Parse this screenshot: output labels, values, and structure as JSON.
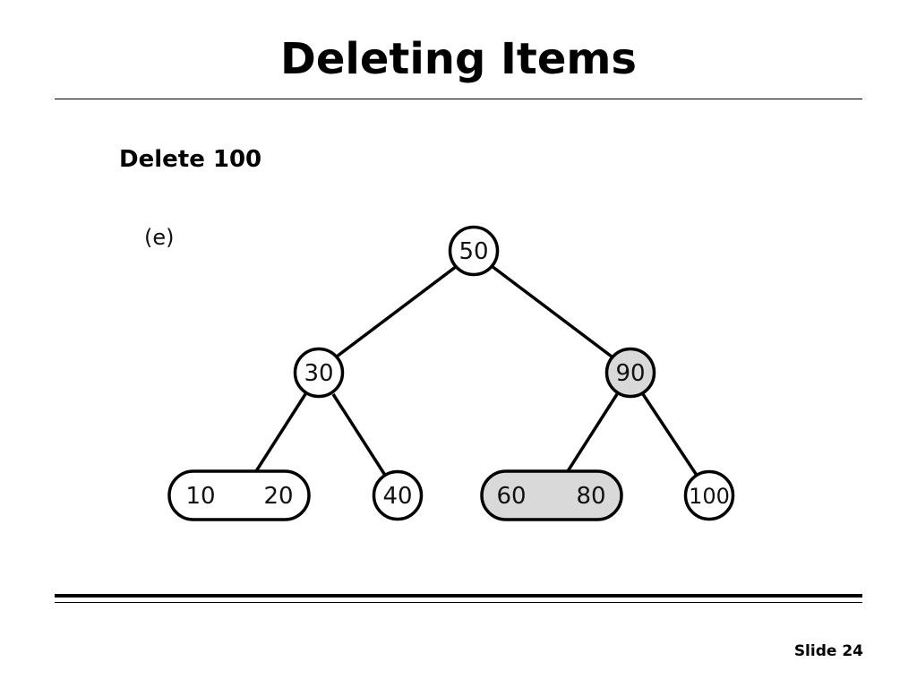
{
  "slide": {
    "title": "Deleting Items",
    "subtitle": "Delete 100",
    "number_label": "Slide 24"
  },
  "diagram": {
    "panel_label": "(e)",
    "highlight_color": "#d9d9d9",
    "node_color": "#ffffff",
    "stroke_color": "#000000",
    "nodes": {
      "root": {
        "keys": [
          "50"
        ],
        "highlighted": false
      },
      "left": {
        "keys": [
          "30"
        ],
        "highlighted": false
      },
      "right": {
        "keys": [
          "90"
        ],
        "highlighted": true
      },
      "leaf_1": {
        "keys": [
          "10",
          "20"
        ],
        "highlighted": false
      },
      "leaf_2": {
        "keys": [
          "40"
        ],
        "highlighted": false
      },
      "leaf_3": {
        "keys": [
          "60",
          "80"
        ],
        "highlighted": true
      },
      "leaf_4": {
        "keys": [
          "100"
        ],
        "highlighted": false
      }
    }
  }
}
